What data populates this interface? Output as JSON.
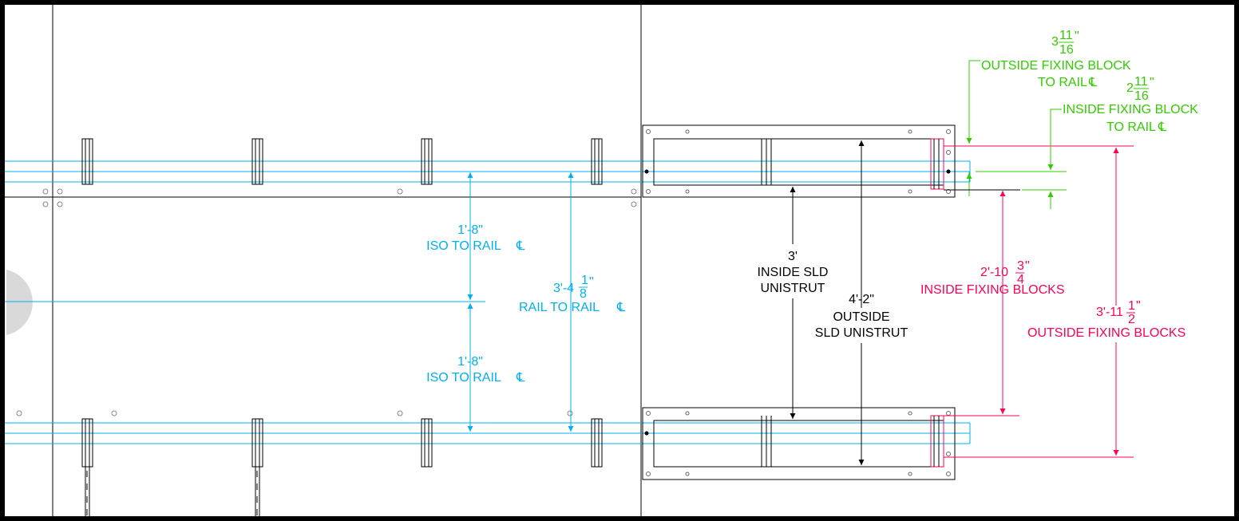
{
  "colors": {
    "background": "#ffffff",
    "border": "#000000",
    "linework": "#000000",
    "blue": "#00b0f0",
    "pink": "#ff0055",
    "green": "#33cc00",
    "circle_fill": "#d9d9d9"
  },
  "dimensions": {
    "iso_top": {
      "value": "1'-8\"",
      "label": "ISO TO RAIL",
      "symbol": "℄"
    },
    "iso_bottom": {
      "value": "1'-8\"",
      "label": "ISO TO RAIL",
      "symbol": "℄"
    },
    "rail_to_rail": {
      "value_main": "3'-4",
      "frac_num": "1",
      "frac_den": "8",
      "inch_mark": "\"",
      "label": "RAIL TO RAIL",
      "symbol": "℄"
    },
    "inside_sld": {
      "value": "3'",
      "line1": "INSIDE SLD",
      "line2": "UNISTRUT"
    },
    "outside_sld": {
      "value": "4'-2\"",
      "line1": "OUTSIDE",
      "line2": "SLD UNISTRUT"
    },
    "inside_fixing_blocks": {
      "value_main": "2'-10",
      "frac_num": "3",
      "frac_den": "4",
      "inch_mark": "\"",
      "label": "INSIDE FIXING BLOCKS"
    },
    "outside_fixing_blocks": {
      "value_main": "3'-11",
      "frac_num": "1",
      "frac_den": "2",
      "inch_mark": "\"",
      "label": "OUTSIDE FIXING BLOCKS"
    },
    "outside_fixing_block_to_rail": {
      "value_main": "3",
      "frac_num": "11",
      "frac_den": "16",
      "inch_mark": "\"",
      "line1": "OUTSIDE FIXING BLOCK",
      "line2": "TO RAIL",
      "symbol": "℄"
    },
    "inside_fixing_block_to_rail": {
      "value_main": "2",
      "frac_num": "11",
      "frac_den": "16",
      "inch_mark": "\"",
      "line1": "INSIDE FIXING BLOCK",
      "line2": "TO RAIL",
      "symbol": "℄"
    }
  }
}
